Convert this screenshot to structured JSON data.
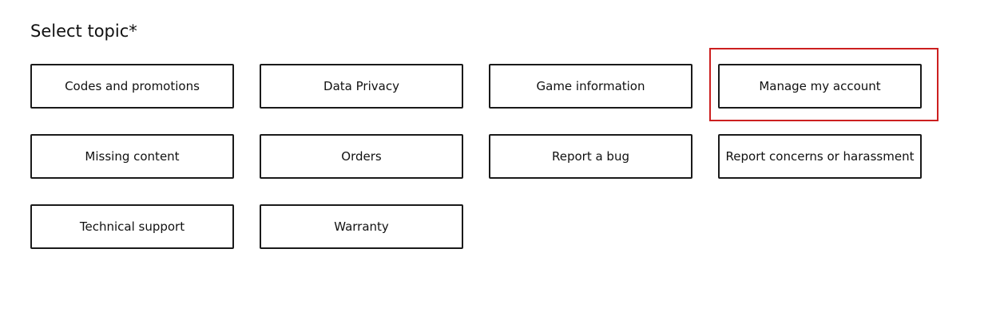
{
  "heading": "Select topic*",
  "topics": [
    "Codes and promotions",
    "Data Privacy",
    "Game information",
    "Manage my account",
    "Missing content",
    "Orders",
    "Report a bug",
    "Report concerns or harassment",
    "Technical support",
    "Warranty"
  ],
  "highlighted_topic": "Manage my account",
  "colors": {
    "highlight": "#cc1f1f",
    "button_border": "#1a1a1a",
    "text": "#111111"
  }
}
